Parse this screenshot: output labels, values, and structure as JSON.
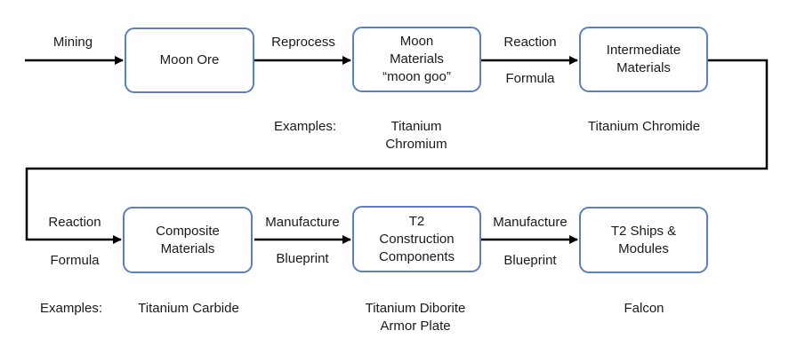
{
  "boxes": {
    "moon_ore": [
      "Moon Ore"
    ],
    "moon_materials": [
      "Moon",
      "Materials",
      "“moon goo”"
    ],
    "intermediate": [
      "Intermediate",
      "Materials"
    ],
    "composite": [
      "Composite",
      "Materials"
    ],
    "t2_components": [
      "T2",
      "Construction",
      "Components"
    ],
    "t2_ships": [
      "T2 Ships &",
      "Modules"
    ]
  },
  "arrows": {
    "mining": "Mining",
    "reprocess": "Reprocess",
    "reaction_1": "Reaction",
    "formula_1": "Formula",
    "reaction_2": "Reaction",
    "formula_2": "Formula",
    "manufacture_1": "Manufacture",
    "blueprint_1": "Blueprint",
    "manufacture_2": "Manufacture",
    "blueprint_2": "Blueprint"
  },
  "examples": {
    "label_row1": "Examples:",
    "label_row2": "Examples:",
    "moon_materials": [
      "Titanium",
      "Chromium"
    ],
    "intermediate": [
      "Titanium Chromide"
    ],
    "composite": [
      "Titanium Carbide"
    ],
    "t2_components": [
      "Titanium Diborite",
      "Armor Plate"
    ],
    "t2_ships": [
      "Falcon"
    ]
  },
  "colors": {
    "box_border": "#5b7fc4",
    "arrow": "#000000",
    "text": "#1a1a1a"
  }
}
